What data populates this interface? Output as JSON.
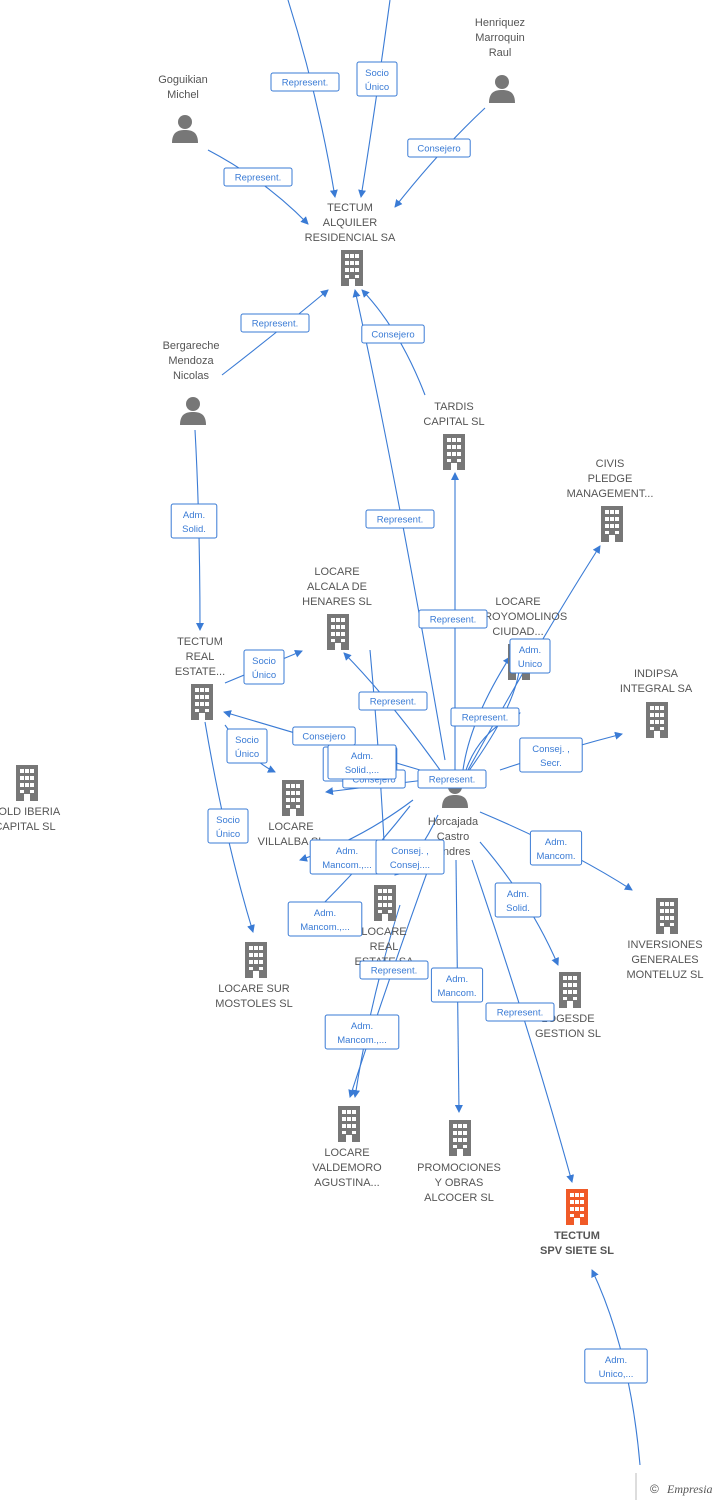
{
  "colors": {
    "edge": "#3a7bd5",
    "node": "#777777",
    "focus": "#f05a28",
    "label": "#555555"
  },
  "nodes": [
    {
      "id": "henriquez",
      "kind": "person",
      "lines": [
        "Henriquez",
        "Marroquin",
        "Raul"
      ]
    },
    {
      "id": "goguikian",
      "kind": "person",
      "lines": [
        "Goguikian",
        "Michel"
      ]
    },
    {
      "id": "tectum_alquiler",
      "kind": "company",
      "lines": [
        "TECTUM",
        "ALQUILER",
        "RESIDENCIAL SA"
      ]
    },
    {
      "id": "bergareche",
      "kind": "person",
      "lines": [
        "Bergareche",
        "Mendoza",
        "Nicolas"
      ]
    },
    {
      "id": "tardis",
      "kind": "company",
      "lines": [
        "TARDIS",
        "CAPITAL  SL"
      ]
    },
    {
      "id": "civis",
      "kind": "company",
      "lines": [
        "CIVIS",
        "PLEDGE",
        "MANAGEMENT..."
      ]
    },
    {
      "id": "locare_alcala",
      "kind": "company",
      "lines": [
        "LOCARE",
        "ALCALA DE",
        "HENARES  SL"
      ]
    },
    {
      "id": "locare_arroyomolinos",
      "kind": "company",
      "lines": [
        "LOCARE",
        "ARROYOMOLINOS",
        "CIUDAD..."
      ]
    },
    {
      "id": "tectum_real",
      "kind": "company",
      "lines": [
        "TECTUM",
        "REAL",
        "ESTATE..."
      ]
    },
    {
      "id": "indipsa",
      "kind": "company",
      "lines": [
        "INDIPSA",
        "INTEGRAL SA"
      ]
    },
    {
      "id": "gold_iberia",
      "kind": "company",
      "lines": [
        "GOLD IBERIA",
        "CAPITAL  SL"
      ]
    },
    {
      "id": "locare_villalba",
      "kind": "company",
      "lines": [
        "LOCARE",
        "VILLALBA  SL"
      ]
    },
    {
      "id": "horcajada",
      "kind": "person",
      "lines": [
        "Horcajada",
        "Castro",
        "Andres"
      ]
    },
    {
      "id": "inversiones",
      "kind": "company",
      "lines": [
        "INVERSIONES",
        "GENERALES",
        "MONTELUZ SL"
      ]
    },
    {
      "id": "locare_real",
      "kind": "company",
      "lines": [
        "LOCARE",
        "REAL",
        "ESTATE SA"
      ]
    },
    {
      "id": "locare_sur",
      "kind": "company",
      "lines": [
        "LOCARE SUR",
        "MOSTOLES  SL"
      ]
    },
    {
      "id": "logesde",
      "kind": "company",
      "lines": [
        "LOGESDE",
        "GESTION  SL"
      ]
    },
    {
      "id": "locare_valdemoro",
      "kind": "company",
      "lines": [
        "LOCARE",
        "VALDEMORO",
        "AGUSTINA..."
      ]
    },
    {
      "id": "promociones",
      "kind": "company",
      "lines": [
        "PROMOCIONES",
        "Y OBRAS",
        "ALCOCER SL"
      ]
    },
    {
      "id": "tectum_spv",
      "kind": "focus",
      "lines": [
        "TECTUM",
        "SPV SIETE  SL"
      ]
    }
  ],
  "edges": [
    {
      "label": [
        "Represent."
      ]
    },
    {
      "label": [
        "Socio",
        "Único"
      ]
    },
    {
      "label": [
        "Consejero"
      ]
    },
    {
      "label": [
        "Represent."
      ]
    },
    {
      "label": [
        "Represent."
      ]
    },
    {
      "label": [
        "Consejero"
      ]
    },
    {
      "label": [
        "Represent."
      ]
    },
    {
      "label": [
        "Represent."
      ]
    },
    {
      "label": [
        "Adm.",
        "Unico"
      ]
    },
    {
      "label": [
        "Adm.",
        "Solid."
      ]
    },
    {
      "label": [
        "Socio",
        "Único"
      ]
    },
    {
      "label": [
        "Represent."
      ]
    },
    {
      "label": [
        "Represent."
      ]
    },
    {
      "label": [
        "Consejero"
      ]
    },
    {
      "label": [
        "Socio",
        "Único"
      ]
    },
    {
      "label": [
        "Consej. ,",
        "Secr."
      ]
    },
    {
      "label": [
        "Adm.",
        "Mancom.,..."
      ]
    },
    {
      "label": [
        "Consejero"
      ]
    },
    {
      "label": [
        "Represent."
      ]
    },
    {
      "label": [
        "Adm.",
        "Mancom.,..."
      ]
    },
    {
      "label": [
        "Socio",
        "Único"
      ]
    },
    {
      "label": [
        "Adm.",
        "Mancom.,..."
      ]
    },
    {
      "label": [
        "Consej. ,",
        "Consej...."
      ]
    },
    {
      "label": [
        "Adm.",
        "Mancom."
      ]
    },
    {
      "label": [
        "Adm.",
        "Solid.,..."
      ]
    },
    {
      "label": [
        "Adm.",
        "Solid."
      ]
    },
    {
      "label": [
        "Represent."
      ]
    },
    {
      "label": [
        "Adm.",
        "Mancom."
      ]
    },
    {
      "label": [
        "Represent."
      ]
    },
    {
      "label": [
        "Adm.",
        "Mancom.,..."
      ]
    },
    {
      "label": [
        "Adm.",
        "Unico,..."
      ]
    }
  ],
  "footer": {
    "copyright": "©",
    "brand": "Empresia"
  }
}
